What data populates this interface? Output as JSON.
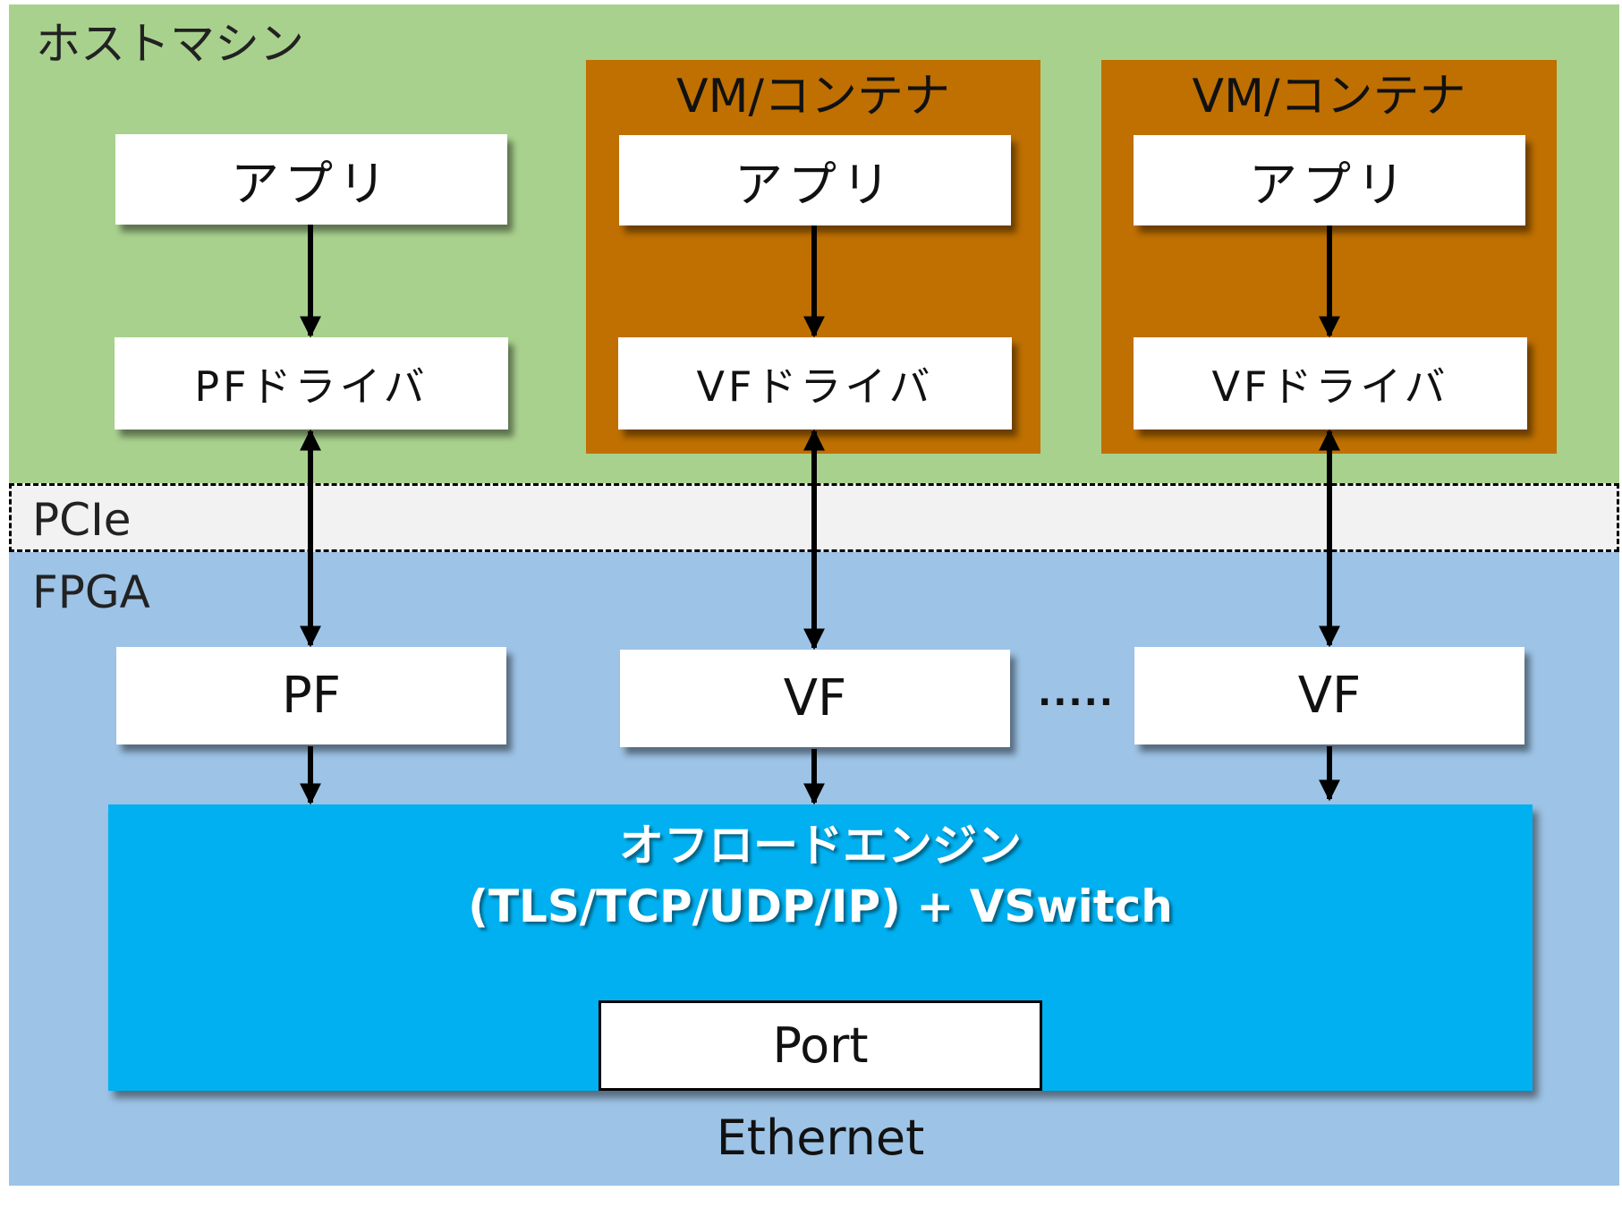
{
  "host": {
    "label": "ホストマシン"
  },
  "pcie": {
    "label": "PCIe"
  },
  "fpga": {
    "label": "FPGA"
  },
  "host_columns": [
    {
      "container": null,
      "app": "アプリ",
      "driver": "PFドライバ"
    },
    {
      "container": "VM/コンテナ",
      "app": "アプリ",
      "driver": "VFドライバ"
    },
    {
      "container": "VM/コンテナ",
      "app": "アプリ",
      "driver": "VFドライバ"
    }
  ],
  "functions": [
    "PF",
    "VF",
    "VF"
  ],
  "ellipsis": ".....",
  "engine": {
    "title": "オフロードエンジン",
    "subtitle": "(TLS/TCP/UDP/IP) + VSwitch",
    "port": "Port"
  },
  "network": {
    "label": "Ethernet"
  },
  "colors": {
    "host": "#a9d18e",
    "vm": "#bf7000",
    "pcie": "#f2f2f2",
    "fpga": "#9dc3e6",
    "engine": "#00b0f0"
  }
}
